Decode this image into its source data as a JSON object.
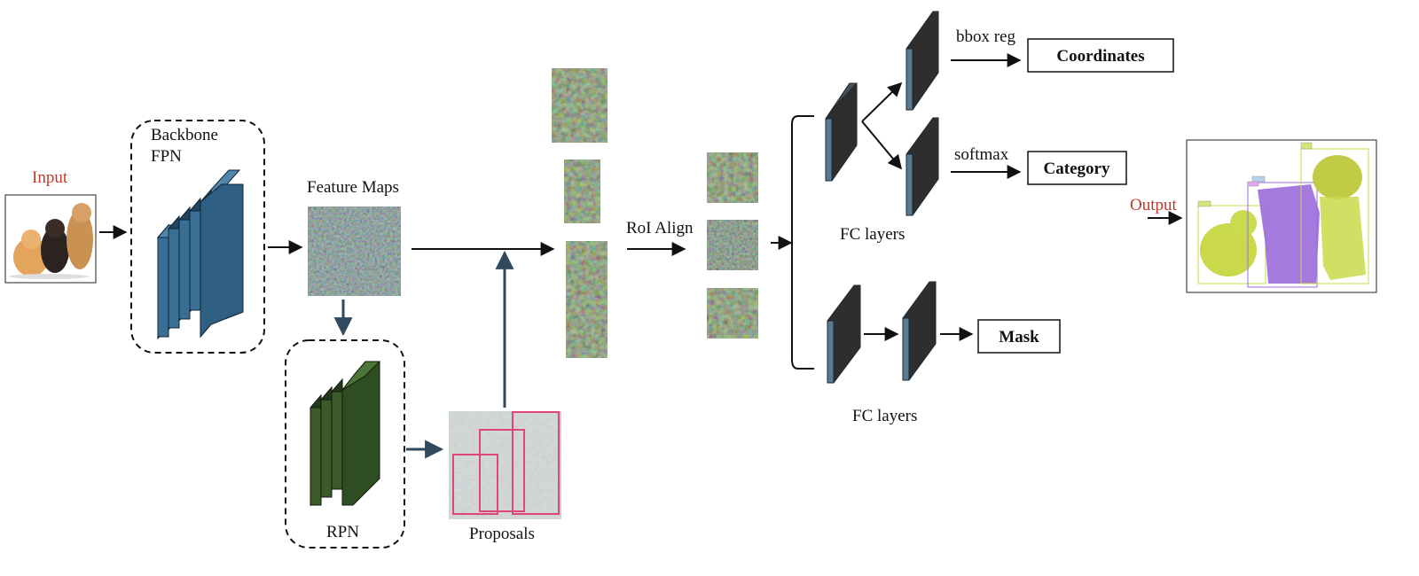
{
  "labels": {
    "input": "Input",
    "backbone_line1": "Backbone",
    "backbone_line2": "FPN",
    "feature_maps": "Feature Maps",
    "rpn": "RPN",
    "proposals": "Proposals",
    "roi_align": "RoI Align",
    "fc_layers_top": "FC layers",
    "fc_layers_bottom": "FC layers",
    "bbox_reg": "bbox reg",
    "softmax": "softmax",
    "output": "Output"
  },
  "outputs": {
    "coordinates": "Coordinates",
    "category": "Category",
    "mask": "Mask"
  },
  "colors": {
    "accent_red": "#c0392b",
    "backbone_blue": "#3a6f95",
    "rpn_green": "#3a5a2a",
    "fc_dark": "#2e2e2e",
    "arrow_dark": "#2f4a5e",
    "proposal_box": "#e0457a",
    "mask_yellow": "#c9d94a",
    "mask_purple": "#9b6cdc"
  },
  "icons": {
    "input_image": "cat-and-dogs-photo-icon",
    "output_image": "segmented-pets-photo-icon"
  }
}
